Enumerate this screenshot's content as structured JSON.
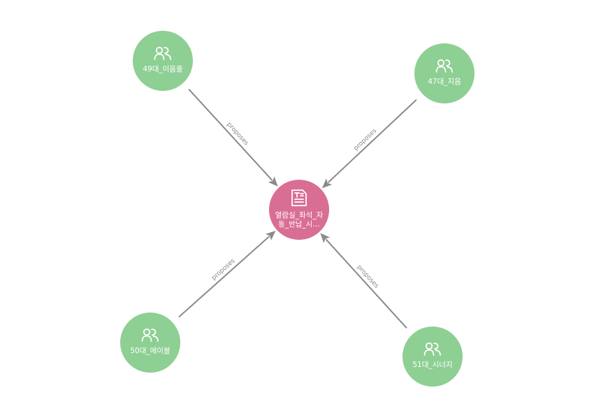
{
  "graph": {
    "center_node": {
      "id": "center",
      "label_lines": [
        "열람실_좌석_자",
        "동_반납_시…"
      ],
      "full_label": "열람실_좌석_자동_반납_시…",
      "icon": "document-text-icon",
      "color": "#D96E94"
    },
    "nodes": [
      {
        "id": "n49",
        "label": "49대_이음줄",
        "icon": "people-icon",
        "color": "#8ECF94"
      },
      {
        "id": "n47",
        "label": "47대_지음",
        "icon": "people-icon",
        "color": "#8ECF94"
      },
      {
        "id": "n50",
        "label": "50대_에이블",
        "icon": "people-icon",
        "color": "#8ECF94"
      },
      {
        "id": "n51",
        "label": "51대_시너지",
        "icon": "people-icon",
        "color": "#8ECF94"
      }
    ],
    "edges": [
      {
        "from": "n49",
        "to": "center",
        "label": "proposes"
      },
      {
        "from": "n47",
        "to": "center",
        "label": "proposes"
      },
      {
        "from": "n50",
        "to": "center",
        "label": "proposes"
      },
      {
        "from": "n51",
        "to": "center",
        "label": "proposes"
      }
    ],
    "edge_color": "#8A8A8A"
  }
}
